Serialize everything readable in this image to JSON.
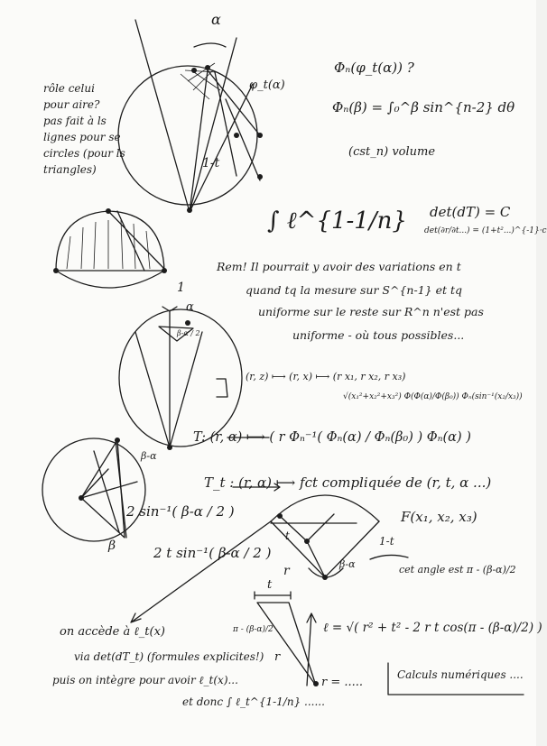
{
  "page": {
    "notes_left": [
      "rôle celui",
      "pour aire?",
      "pas fait à ls",
      "lignes pour se",
      "circles (pour ls",
      "triangles)"
    ],
    "top_formula_1": "Φₙ(φ_t(α)) ?",
    "top_formula_2": "Φₙ(β) = ∫₀^β sin^{n-2} dθ",
    "top_formula_3": "(cst_n) volume",
    "label_phi": "φ_t(α)",
    "label_alpha_top": "α",
    "label_1_minus_t": "1-t",
    "integral": "∫ ℓ^{1-1/n}",
    "det_1": "det(dT) = C",
    "det_2": "det(∂r/∂t...) = (1+t²...)^{-1}·c",
    "remark_lines": [
      "Rem! Il pourrait y avoir des variations en t",
      "quand  tq la mesure sur S^{n-1} et tq",
      "uniforme sur le reste sur R^n n'est pas",
      "uniforme - où tous possibles..."
    ],
    "mid_label_arrow_1": "1",
    "mid_label_alpha": "α",
    "mid_label_frac": "β-α / 2",
    "T_line": "T:  (r, α) ⟼ ( r  Φₙ⁻¹( Φₙ(α) / Φₙ(β₀) ) Φₙ(α) )",
    "T_top_line": "(r, z) ⟼ (r, x) ⟼ (r x₁, r x₂, r x₃)",
    "T_root": "√(x₁²+x₂²+x₃²)  Φ(Φ(α)/Φ(β₀))  Φₙ(sin⁻¹(x₂/x₃))",
    "Tt_line": "T_t : (r, α) ⟼ fct compliquée de (r, t, α ...)",
    "left_label_bma": "β-α",
    "left_label_beta": "β",
    "left_formula_1": "2 sin⁻¹( β-α / 2 )",
    "left_formula_2": "2 t sin⁻¹( β-α / 2 )",
    "center_label_r": "r",
    "center_label_t": "t",
    "center_label_angle": "β-α",
    "F_label": "F(x₁, x₂, x₃)",
    "one_minus_t": "1-t",
    "angle_note": "cet angle est π - (β-α)/2",
    "bottom_t": "t",
    "bottom_pi": "π - (β-α)/2",
    "bottom_r": "r",
    "ell_formula": "ℓ = √( r² + t² - 2 r t cos(π - (β-α)/2) )",
    "bottom_left_1": "on accède à ℓ_t(x)",
    "bottom_left_2": "via det(dT_t) (formules explicites!)",
    "bottom_left_3": "puis on intègre pour avoir ℓ_t(x)...",
    "bottom_left_4": "et donc ∫ ℓ_t^{1-1/n} ......",
    "r_equals": "r = .....",
    "boxed": "Calculs numériques ...."
  }
}
